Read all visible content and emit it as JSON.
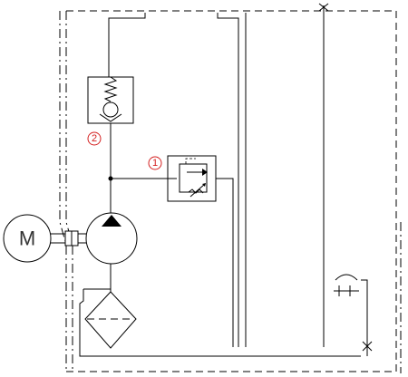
{
  "motor": {
    "label": "M"
  },
  "callouts": [
    {
      "id": "callout-relief-valve",
      "label": "1"
    },
    {
      "id": "callout-check-valve",
      "label": "2"
    }
  ],
  "colors": {
    "line": "#000000",
    "callout": "#d42020",
    "motor_text": "#333333"
  }
}
